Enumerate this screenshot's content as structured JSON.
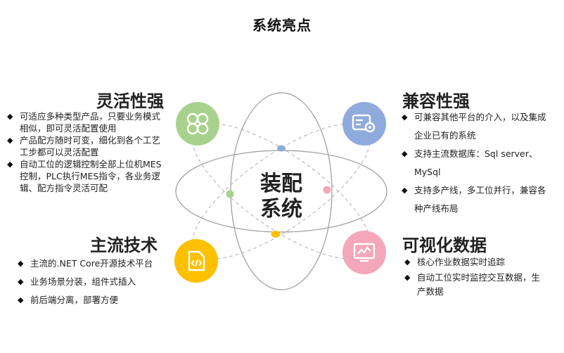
{
  "title": "系统亮点",
  "center": {
    "line1": "装配",
    "line2": "系统"
  },
  "blocks": {
    "top_left": {
      "title": "灵活性强",
      "color": "#a9d18e",
      "icon": "four-petal-grid-icon",
      "items": [
        "可适应多种类型产品，只要业务模式相似，即可灵活配置使用",
        "产品配方随时可变，细化到各个工艺工步都可以灵活配置",
        "自动工位的逻辑控制全部上位机MES控制，PLC执行MES指令，各业务逻辑、配方指令灵活可配"
      ]
    },
    "top_right": {
      "title": "兼容性强",
      "color": "#8faadc",
      "icon": "server-gear-icon",
      "items": [
        "可兼容其他平台的介入，以及集成企业已有的系统",
        "支持主流数据库：Sql server、MySql",
        "支持多产线，多工位并行，兼容各种产线布局"
      ]
    },
    "bottom_left": {
      "title": "主流技术",
      "color": "#ffc000",
      "icon": "code-document-icon",
      "items": [
        "主流的.NET Core开源技术平台",
        "业务场景分装，组件式插入",
        "前后端分离，部署方便"
      ]
    },
    "bottom_right": {
      "title": "可视化数据",
      "color": "#f4a7b9",
      "icon": "monitor-chart-icon",
      "items": [
        "核心作业数据实时追踪",
        "自动工位实时监控交互数据，生产数据"
      ]
    }
  },
  "orbit_dots": [
    {
      "name": "blue",
      "color": "#8faadc"
    },
    {
      "name": "green",
      "color": "#a9d18e"
    },
    {
      "name": "pink",
      "color": "#f4a7b9"
    },
    {
      "name": "yellow",
      "color": "#ffc000"
    }
  ]
}
